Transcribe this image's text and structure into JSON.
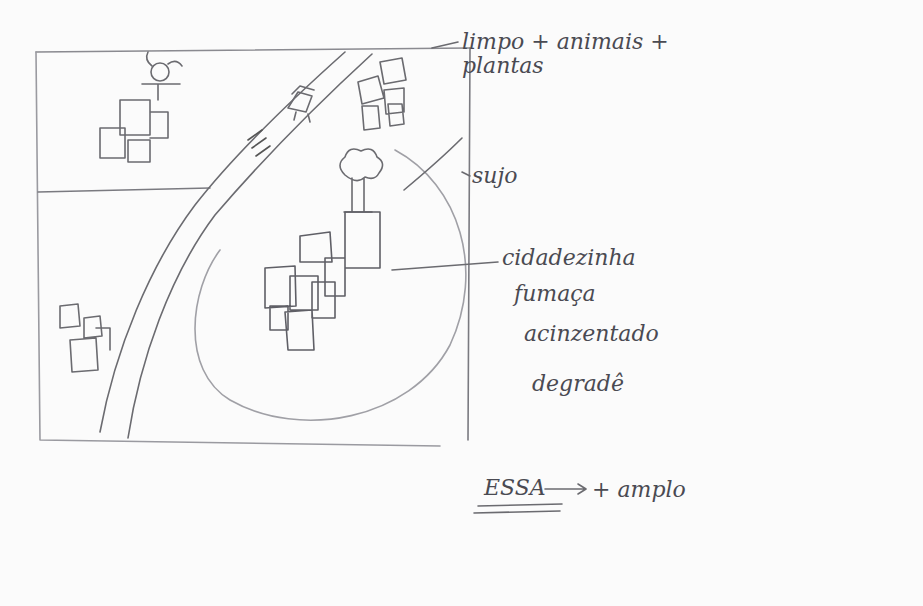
{
  "diagram": {
    "labels": [
      "limpo + animais + plantas",
      "sujo",
      "cidadezinha",
      "fumaça",
      "acinzentado",
      "degradê",
      "ESSA",
      "+ amplo"
    ]
  }
}
